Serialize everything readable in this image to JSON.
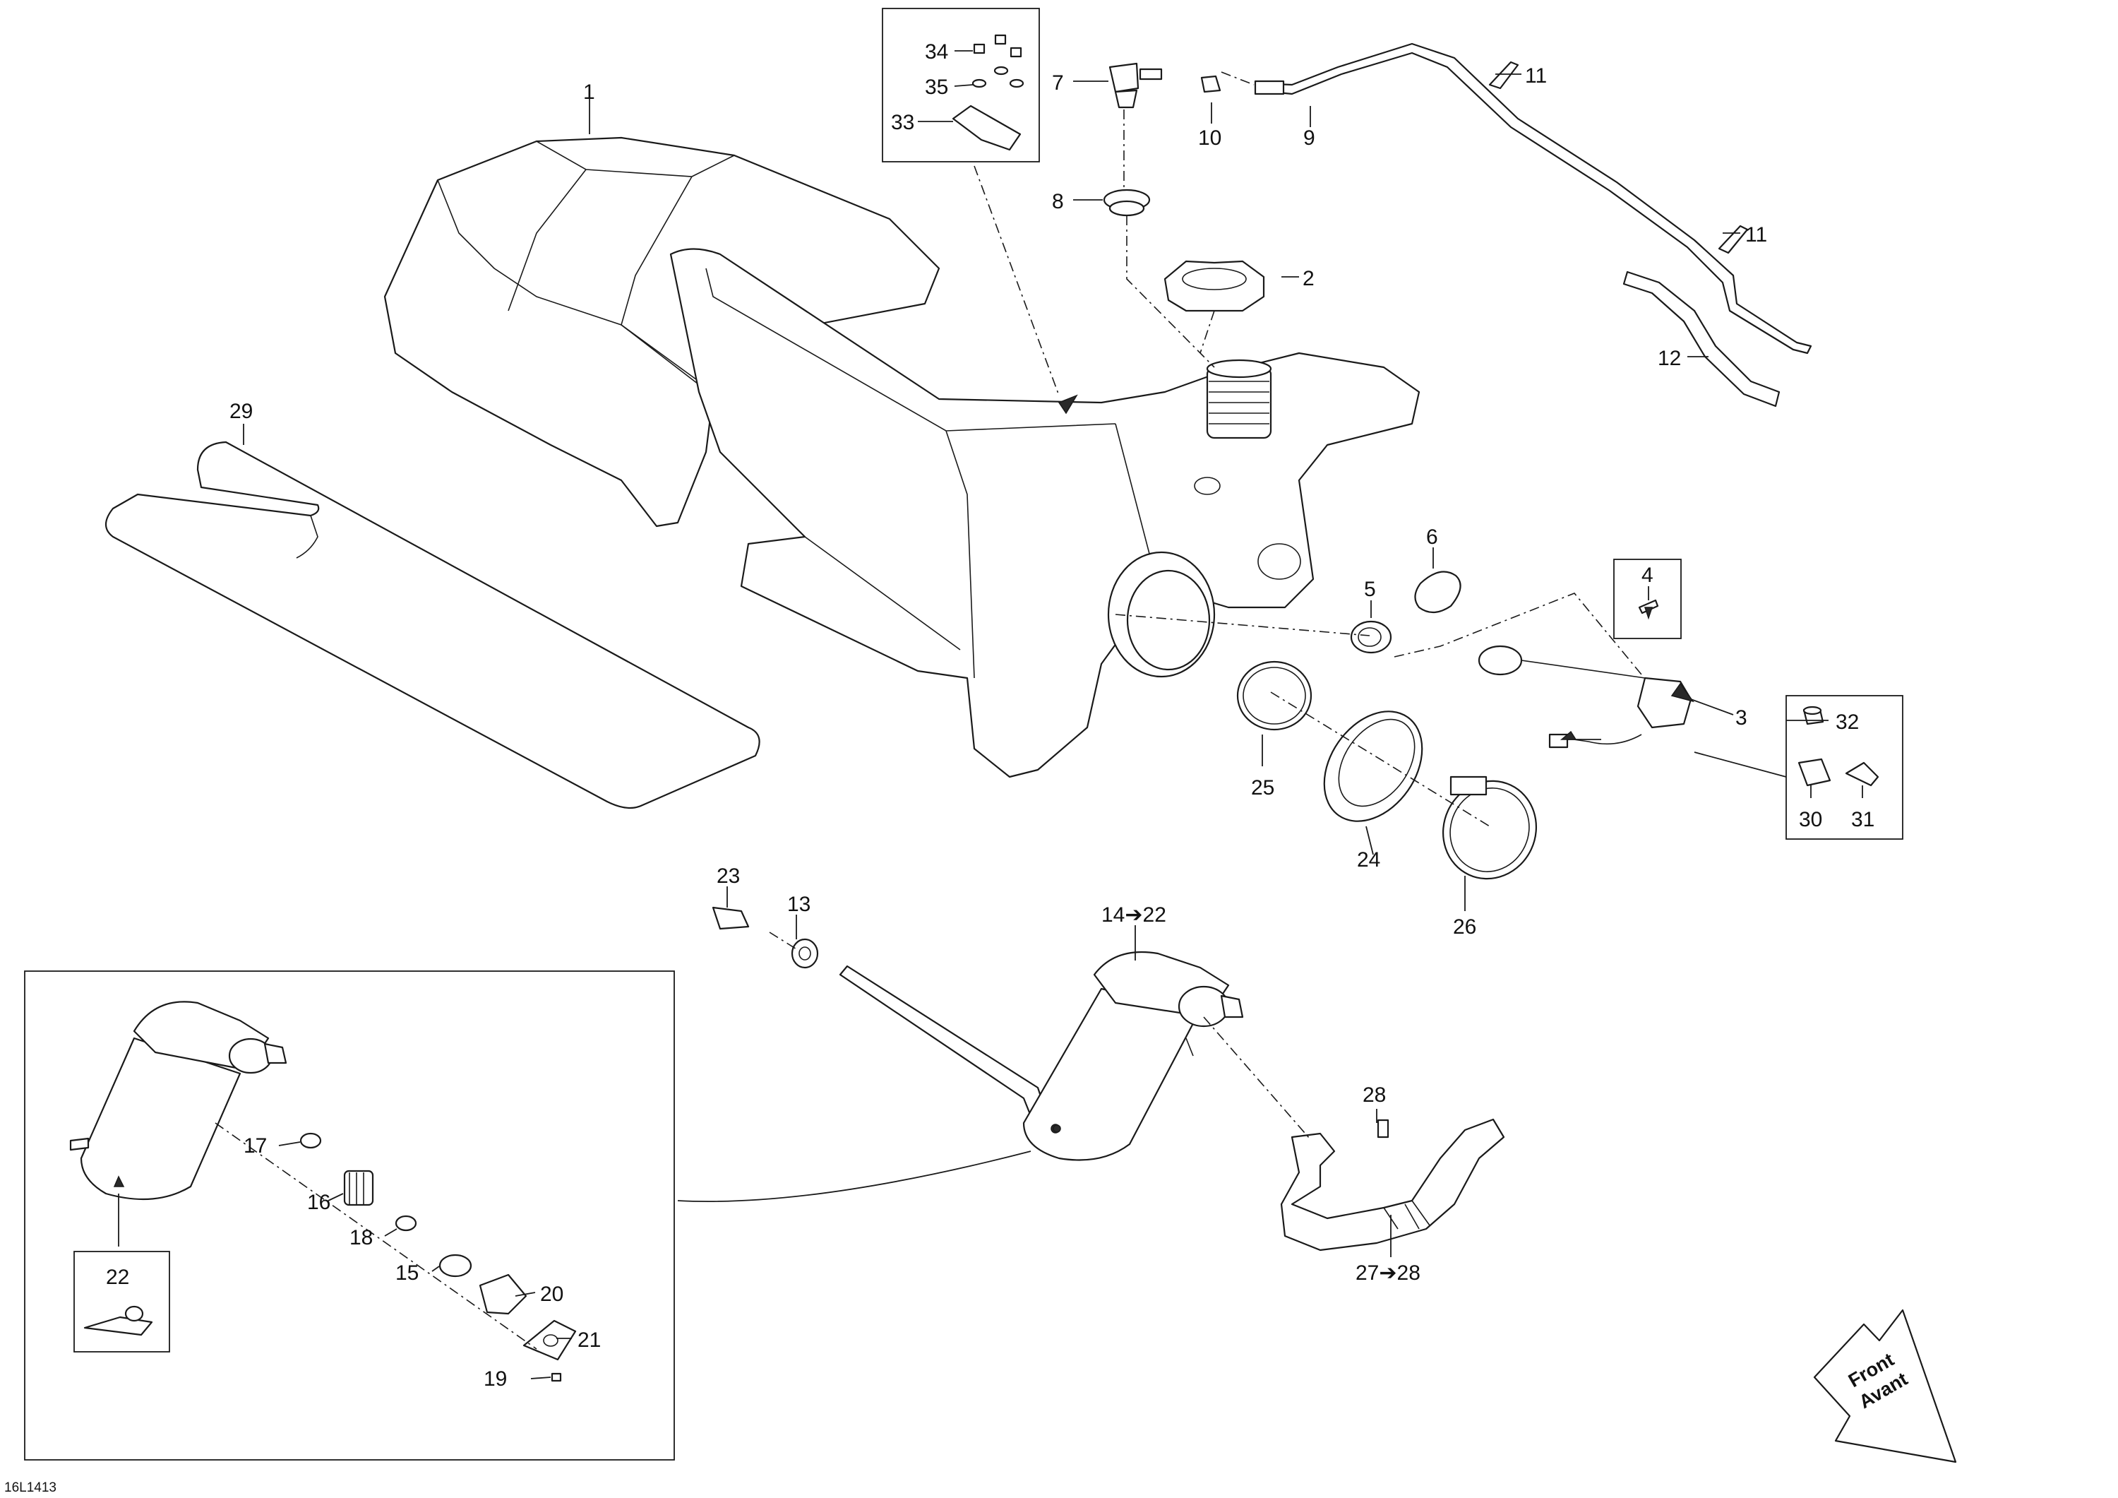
{
  "figure_code": "16L1413",
  "front_arrow": {
    "line1": "Front",
    "line2": "Avant"
  },
  "callouts": {
    "c1": "1",
    "c2": "2",
    "c3": "3",
    "c4": "4",
    "c5": "5",
    "c6": "6",
    "c7": "7",
    "c8": "8",
    "c9": "9",
    "c10": "10",
    "c11a": "11",
    "c11b": "11",
    "c12": "12",
    "c13": "13",
    "c14": "14➔22",
    "c15": "15",
    "c16": "16",
    "c17": "17",
    "c18": "18",
    "c19": "19",
    "c20": "20",
    "c21": "21",
    "c22": "22",
    "c23": "23",
    "c24": "24",
    "c25": "25",
    "c26": "26",
    "c27": "27➔28",
    "c28": "28",
    "c29": "29",
    "c30": "30",
    "c31": "31",
    "c32": "32",
    "c33": "33",
    "c34": "34",
    "c35": "35"
  }
}
